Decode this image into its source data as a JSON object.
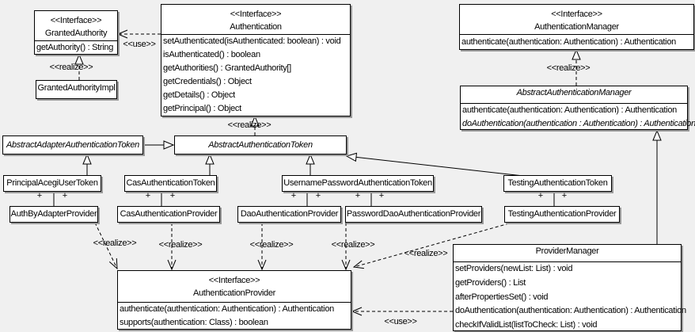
{
  "diagram": {
    "stereotypes": {
      "interface": "<<Interface>>",
      "use": "<<use>>",
      "realize": "<<realize>>",
      "plus": "+"
    },
    "colors": {
      "background": "#f0f0f0",
      "box_fill": "#ffffff",
      "line": "#000000",
      "shadow": "#9a9a9a"
    },
    "classes": {
      "granted_authority": {
        "stereotype": "<<Interface>>",
        "name": "GrantedAuthority",
        "methods": [
          "getAuthority() : String"
        ]
      },
      "granted_authority_impl": {
        "name": "GrantedAuthorityImpl"
      },
      "authentication": {
        "stereotype": "<<Interface>>",
        "name": "Authentication",
        "methods": [
          "setAuthenticated(isAuthenticated: boolean) : void",
          "isAuthenticated() : boolean",
          "getAuthorities() : GrantedAuthority[]",
          "getCredentials() : Object",
          "getDetails() : Object",
          "getPrincipal() : Object"
        ]
      },
      "authentication_manager": {
        "stereotype": "<<Interface>>",
        "name": "AuthenticationManager",
        "methods": [
          "authenticate(authentication: Authentication) : Authentication"
        ]
      },
      "abstract_authentication_manager": {
        "name": "AbstractAuthenticationManager",
        "abstract": true,
        "methods": [
          {
            "text": "authenticate(authentication: Authentication) : Authentication"
          },
          {
            "text": "doAuthentication(authentication : Authentication) : Authentication",
            "italic": true
          }
        ]
      },
      "abstract_adapter_authentication_token": {
        "name": "AbstractAdapterAuthenticationToken",
        "abstract": true
      },
      "abstract_authentication_token": {
        "name": "AbstractAuthenticationToken",
        "abstract": true
      },
      "principal_acegi_user_token": {
        "name": "PrincipalAcegiUserToken"
      },
      "cas_authentication_token": {
        "name": "CasAuthenticationToken"
      },
      "username_password_authentication_token": {
        "name": "UsernamePasswordAuthenticationToken"
      },
      "testing_authentication_token": {
        "name": "TestingAuthenticationToken"
      },
      "auth_by_adapter_provider": {
        "name": "AuthByAdapterProvider"
      },
      "cas_authentication_provider": {
        "name": "CasAuthenticationProvider"
      },
      "dao_authentication_provider": {
        "name": "DaoAuthenticationProvider"
      },
      "password_dao_authentication_provider": {
        "name": "PasswordDaoAuthenticationProvider"
      },
      "testing_authentication_provider": {
        "name": "TestingAuthenticationProvider"
      },
      "authentication_provider": {
        "stereotype": "<<Interface>>",
        "name": "AuthenticationProvider",
        "methods": [
          "authenticate(authentication: Authentication) : Authentication",
          "supports(authentication: Class) : boolean"
        ]
      },
      "provider_manager": {
        "name": "ProviderManager",
        "methods": [
          "setProviders(newList: List) : void",
          "getProviders() : List",
          "afterPropertiesSet() : void",
          "doAuthentication(authentication: Authentication) : Authentication",
          "checkIfValidList(listToCheck: List) : void"
        ]
      }
    }
  }
}
